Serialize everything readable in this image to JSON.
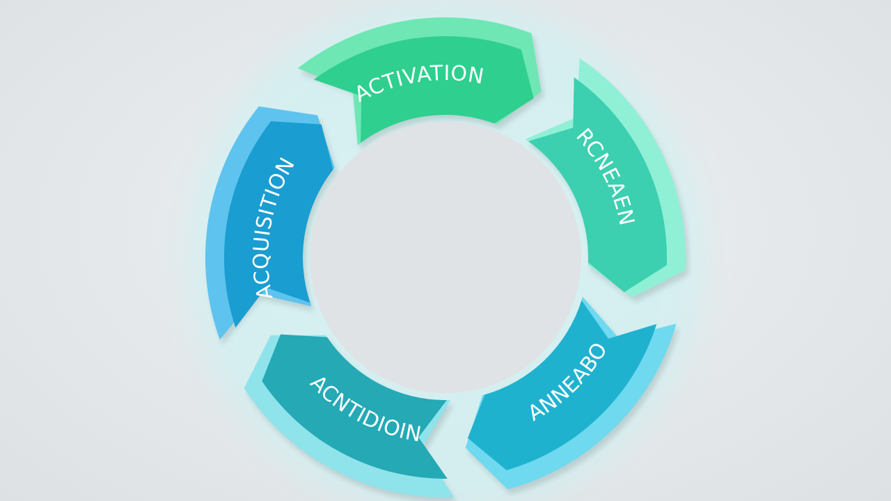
{
  "diagram": {
    "segments": [
      {
        "label": "ACQUISITION",
        "color_outer": "#5ec3ee",
        "color_inner": "#1a9dd1"
      },
      {
        "label": "ACTIVATION",
        "color_outer": "#6ee7b4",
        "color_inner": "#2fcf8f"
      },
      {
        "label": "RCNEAEN",
        "color_outer": "#8ff0d6",
        "color_inner": "#3ccfb0"
      },
      {
        "label": "ANNEABO",
        "color_outer": "#6fd9ef",
        "color_inner": "#1fb2cf"
      },
      {
        "label": "ACNTIDIOIN",
        "color_outer": "#8fe3ea",
        "color_inner": "#24a9b5"
      }
    ],
    "center_color": "#dfe3e5",
    "background_color": "#e3e7e9"
  }
}
